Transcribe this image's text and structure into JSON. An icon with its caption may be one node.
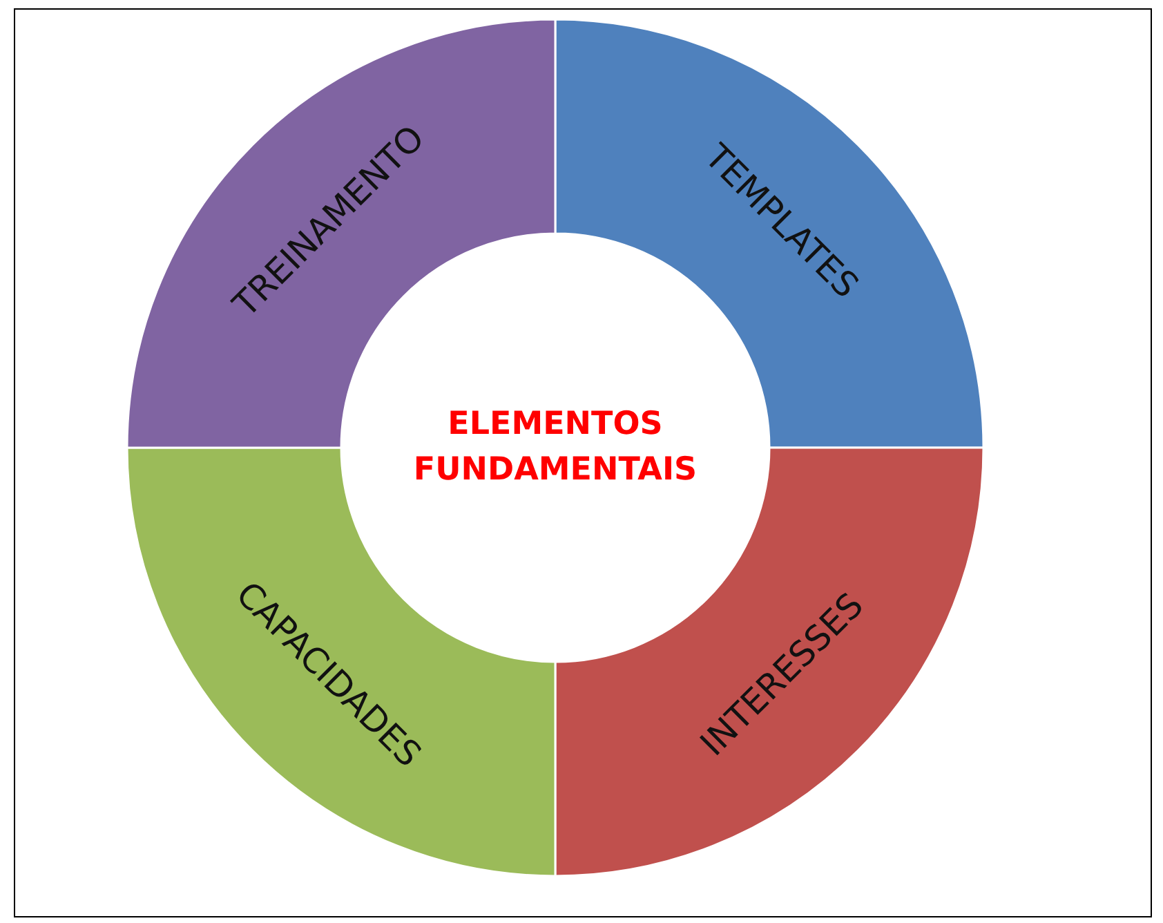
{
  "diagram": {
    "nodes": [
      {
        "text": [
          "ELEMENTOS FUNDAMENTAIS"
        ]
      },
      {
        "text": [
          "TEMPLATES"
        ]
      },
      {
        "text": [
          "INTERESSES"
        ]
      },
      {
        "text": [
          "CAPACIDADES"
        ]
      },
      {
        "text": [
          "TREINAMENTO"
        ]
      }
    ]
  }
}
